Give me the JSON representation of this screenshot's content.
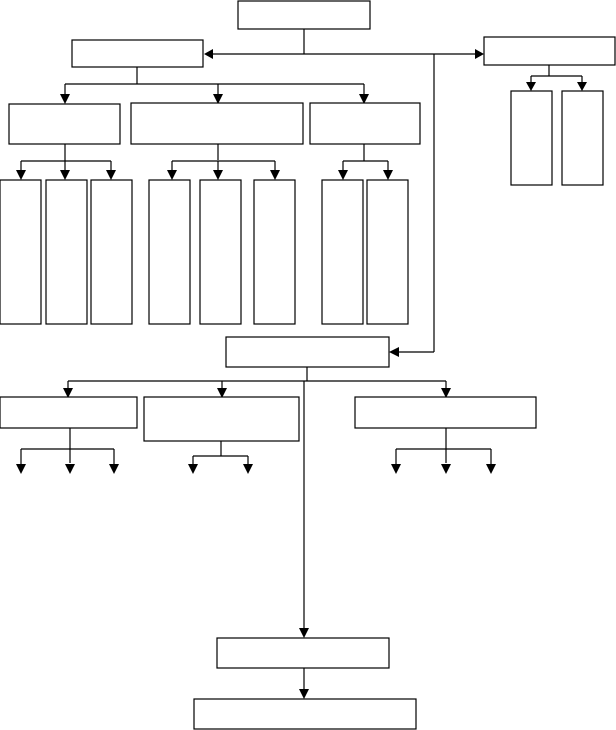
{
  "diagram": {
    "type": "hierarchy-flowchart",
    "line_color": "#000000",
    "background": "#ffffff",
    "nodes": [
      {
        "id": "root",
        "label": ""
      },
      {
        "id": "branch-left",
        "label": ""
      },
      {
        "id": "branch-right",
        "label": ""
      },
      {
        "id": "branch-middle",
        "label": ""
      },
      {
        "id": "bottom-1",
        "label": ""
      },
      {
        "id": "bottom-2",
        "label": ""
      }
    ]
  }
}
